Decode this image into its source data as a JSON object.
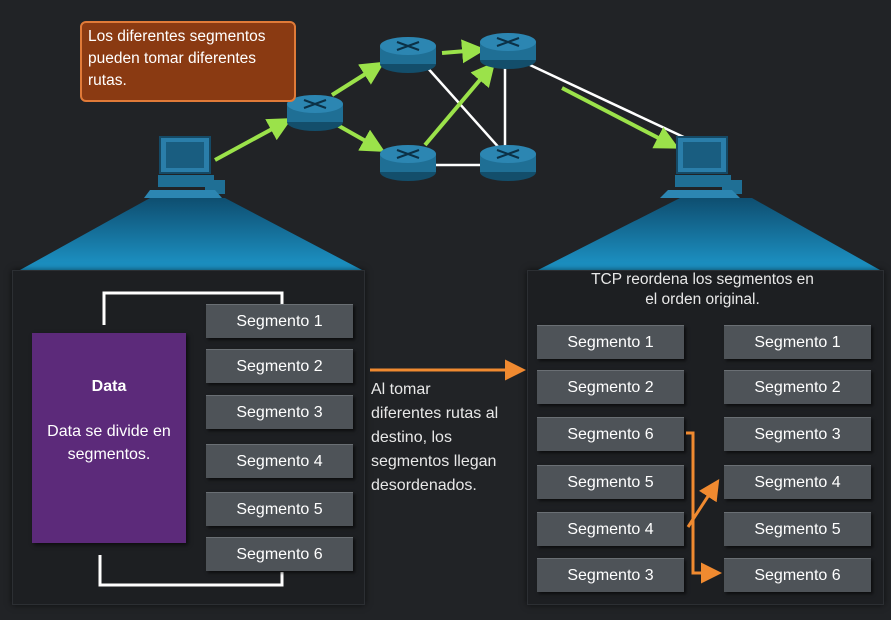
{
  "callout": {
    "line1": "Los diferentes segmentos",
    "line2": "pueden tomar diferentes",
    "line3": "rutas."
  },
  "data_box": {
    "title": "Data",
    "line1": "Data se divide en",
    "line2": "segmentos."
  },
  "left_segments": [
    "Segmento 1",
    "Segmento 2",
    "Segmento 3",
    "Segmento 4",
    "Segmento 5",
    "Segmento 6"
  ],
  "middle_text": {
    "line1": "Al tomar",
    "line2": "diferentes rutas al",
    "line3": "destino, los",
    "line4": "segmentos llegan",
    "line5": "desordenados."
  },
  "tcp_text": {
    "line1": "TCP reordena los segmentos en",
    "line2": "el orden original."
  },
  "arrived_segments": [
    "Segmento 1",
    "Segmento 2",
    "Segmento 6",
    "Segmento 5",
    "Segmento 4",
    "Segmento 3"
  ],
  "ordered_segments": [
    "Segmento 1",
    "Segmento 2",
    "Segmento 3",
    "Segmento 4",
    "Segmento 5",
    "Segmento 6"
  ],
  "colors": {
    "background": "#212326",
    "callout_fill": "#8a3a12",
    "callout_border": "#e07a38",
    "data_box": "#5c2a7a",
    "segment_fill": "#4e5358",
    "path_arrow": "#9be24a",
    "flow_arrow": "#f08a30",
    "router": "#1f6f95",
    "beam": "#1b8fc0"
  },
  "icons": [
    "computer-icon",
    "router-icon"
  ]
}
